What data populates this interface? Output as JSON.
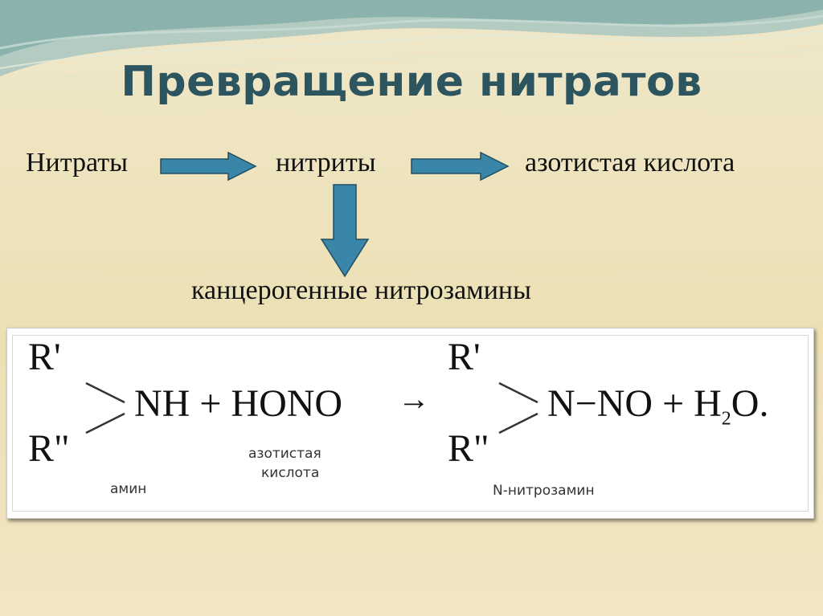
{
  "slide": {
    "title": "Превращение нитратов"
  },
  "flow": {
    "nitrates": "Нитраты",
    "nitrites": "нитриты",
    "nitrous_acid": "азотистая кислота",
    "nitrosamines": "канцерогенные нитрозамины"
  },
  "reaction": {
    "r1": "R'",
    "r2": "R\"",
    "nh_hono": "NH + HONO",
    "arrow": "→",
    "r1_product": "R'",
    "r2_product": "R\"",
    "n_no_water": "N−NO + H",
    "h2o_sub": "2",
    "h2o_end": "O.",
    "label_amines": "амин",
    "label_acid_line1": "азотистая",
    "label_acid_line2": "кислота",
    "label_nitrosamines": "N-нитрозамин"
  },
  "colors": {
    "title": "#2c5560",
    "arrow_fill": "#3a86a8",
    "arrow_stroke": "#1f4e63"
  }
}
